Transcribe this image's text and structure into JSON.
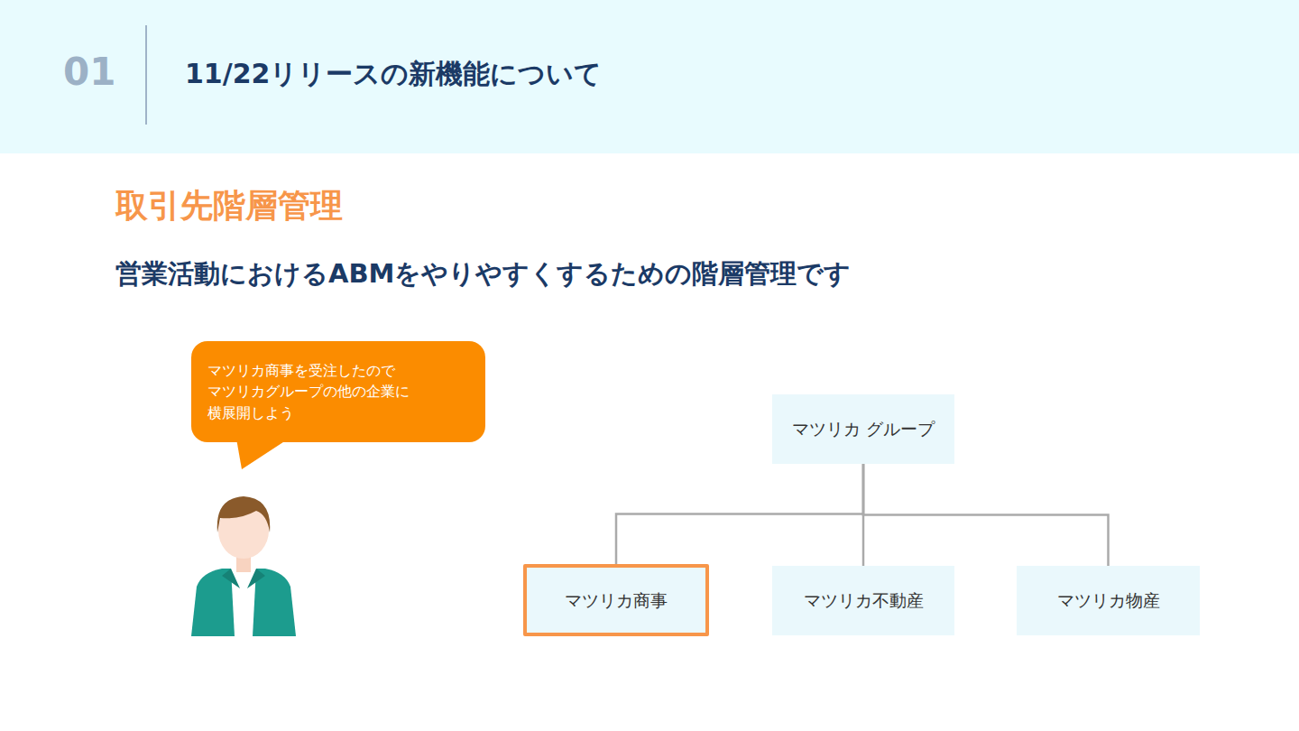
{
  "diagram": {
    "title": "11/22リリースの新機能について",
    "nodes": [
      {
        "text": [
          "マツリカ商事を受注したので マツリカグループの他の企業に 横展開しよう"
        ]
      },
      {
        "text": [
          "マツリカ グループ"
        ]
      },
      {
        "text": [
          "マツリカ商事"
        ]
      },
      {
        "text": [
          "マツリカ不動産"
        ]
      },
      {
        "text": [
          "マツリカ物産"
        ]
      }
    ],
    "edges": [
      {
        "from": 1,
        "to": 2,
        "arrow": "none"
      },
      {
        "from": 1,
        "to": 3,
        "arrow": "none"
      },
      {
        "from": 1,
        "to": 4,
        "arrow": "none"
      }
    ],
    "labels": [
      "01",
      "取引先階層管理",
      "営業活動におけるABMをやりやすくするための階層管理です"
    ]
  }
}
